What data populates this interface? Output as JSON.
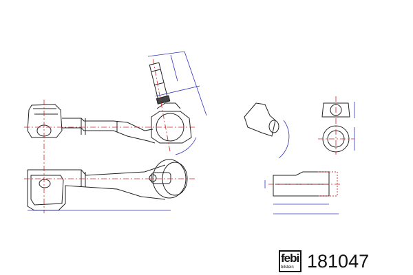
{
  "brand": {
    "logo_top": "febi",
    "logo_bottom": "bilstein"
  },
  "part_number": "181047",
  "colors": {
    "outline": "#222222",
    "centerline": "#d02020",
    "dimension": "#3030c0"
  }
}
